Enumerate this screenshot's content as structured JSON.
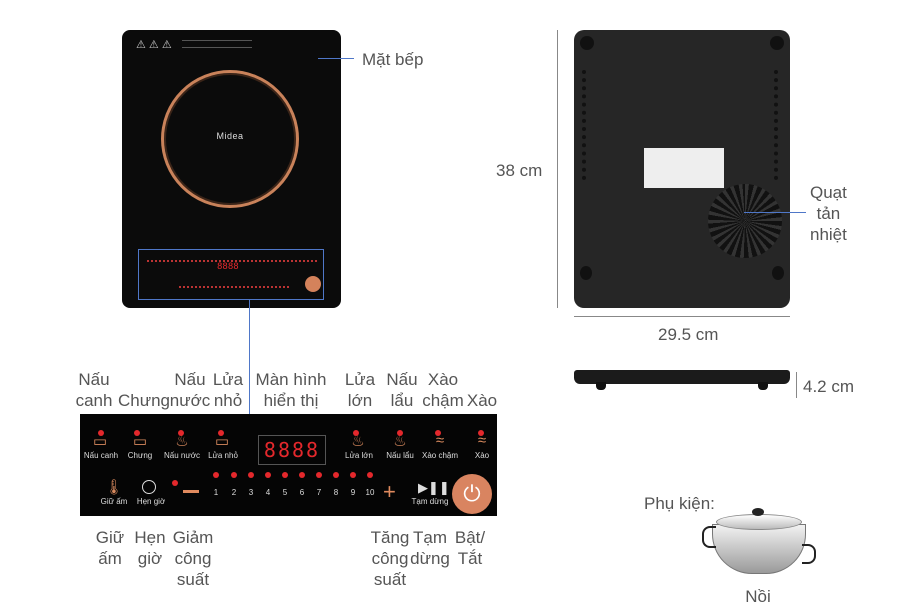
{
  "top_view": {
    "brand": "Midea",
    "label_surface": "Mặt bếp"
  },
  "back_view": {
    "height": "38 cm",
    "width": "29.5 cm",
    "fan_label": [
      "Quạt",
      "tản",
      "nhiệt"
    ]
  },
  "side_view": {
    "thickness": "4.2 cm"
  },
  "panel_callouts_top": [
    {
      "lines": [
        "Nấu",
        "canh"
      ]
    },
    {
      "lines": [
        "Chưng"
      ]
    },
    {
      "lines": [
        "Nấu",
        "nước"
      ]
    },
    {
      "lines": [
        "Lửa",
        "nhỏ"
      ]
    },
    {
      "lines": [
        "Màn hình",
        "hiển thị"
      ]
    },
    {
      "lines": [
        "Lửa",
        "lớn"
      ]
    },
    {
      "lines": [
        "Nấu",
        "lẩu"
      ]
    },
    {
      "lines": [
        "Xào",
        "chậm"
      ]
    },
    {
      "lines": [
        "Xào"
      ]
    }
  ],
  "panel_callouts_bottom": [
    {
      "lines": [
        "Giữ",
        "ấm"
      ]
    },
    {
      "lines": [
        "Hẹn",
        "giờ"
      ]
    },
    {
      "lines": [
        "Giảm",
        "công",
        "suất"
      ]
    },
    {
      "lines": [
        "Tăng",
        "công",
        "suất"
      ]
    },
    {
      "lines": [
        "Tạm",
        "dừng"
      ]
    },
    {
      "lines": [
        "Bật/",
        "Tắt"
      ]
    }
  ],
  "panel_keys": {
    "nau_canh": "Nấu canh",
    "chung": "Chưng",
    "nau_nuoc": "Nấu nước",
    "lua_nho": "Lửa nhỏ",
    "display": "8888",
    "lua_lon": "Lửa lớn",
    "nau_lau": "Nấu lẩu",
    "xao_cham": "Xào chậm",
    "xao": "Xào",
    "giu_am": "Giữ ấm",
    "hen_gio": "Hẹn giờ",
    "levels": [
      "1",
      "2",
      "3",
      "4",
      "5",
      "6",
      "7",
      "8",
      "9",
      "10"
    ],
    "tam_dung": "Tạm dừng"
  },
  "accessory": {
    "title": "Phụ kiện:",
    "item": "Nồi"
  },
  "colors": {
    "accent": "#e4282c",
    "copper": "#c9825a",
    "callout_line": "#4f77c8"
  }
}
